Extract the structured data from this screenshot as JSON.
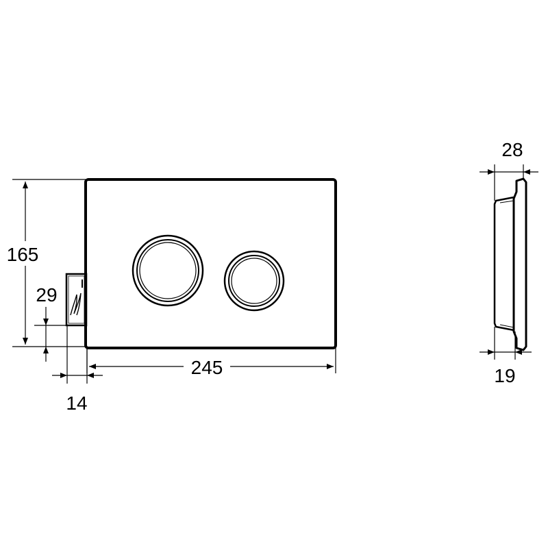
{
  "front_view": {
    "width_label": "245",
    "height_label": "165",
    "logo_height_label": "29",
    "logo_width_label": "14"
  },
  "side_view": {
    "total_depth_label": "28",
    "base_depth_label": "19"
  },
  "colors": {
    "line": "#000000",
    "background": "#ffffff"
  }
}
